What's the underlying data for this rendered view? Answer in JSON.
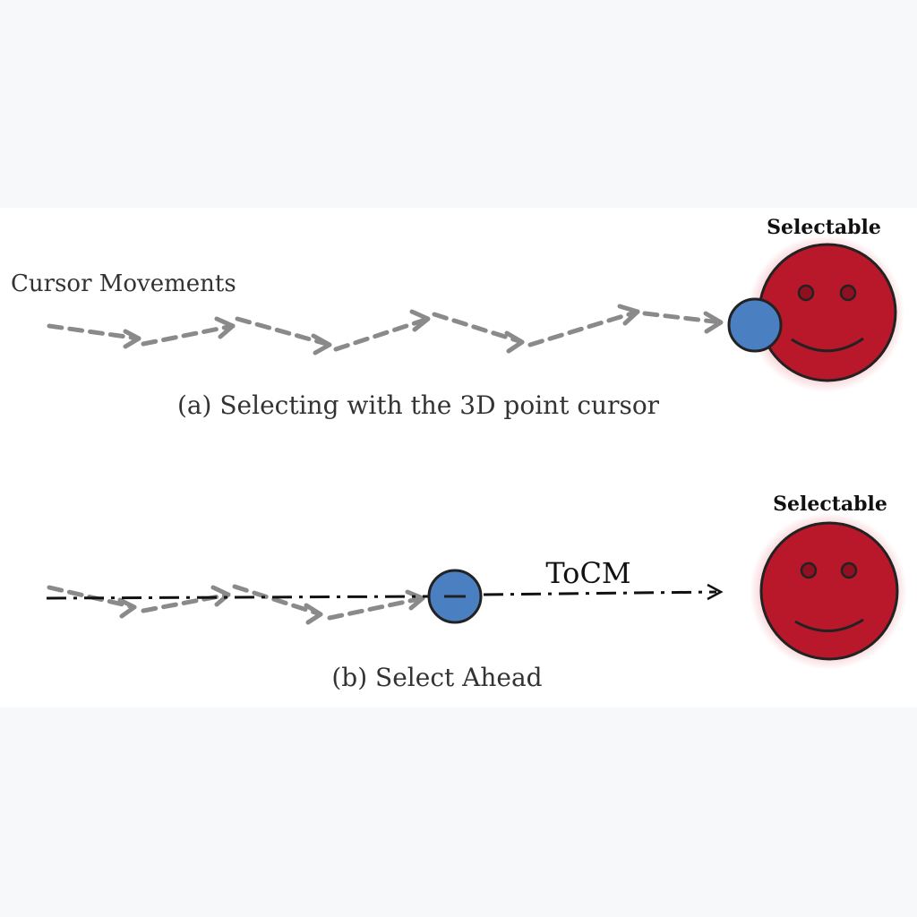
{
  "panel_a": {
    "header": "Selectable",
    "path_label": "Cursor Movements",
    "caption": "(a) Selecting with the 3D point cursor"
  },
  "panel_b": {
    "header": "Selectable",
    "ray_label": "ToCM",
    "caption": "(b) Select Ahead"
  },
  "colors": {
    "path_gray": "#8a8a8a",
    "target_red": "#b8182a",
    "target_glow": "#f2a6ad",
    "cursor_blue": "#4a7fc1",
    "outline": "#222222",
    "ray": "#111111"
  }
}
